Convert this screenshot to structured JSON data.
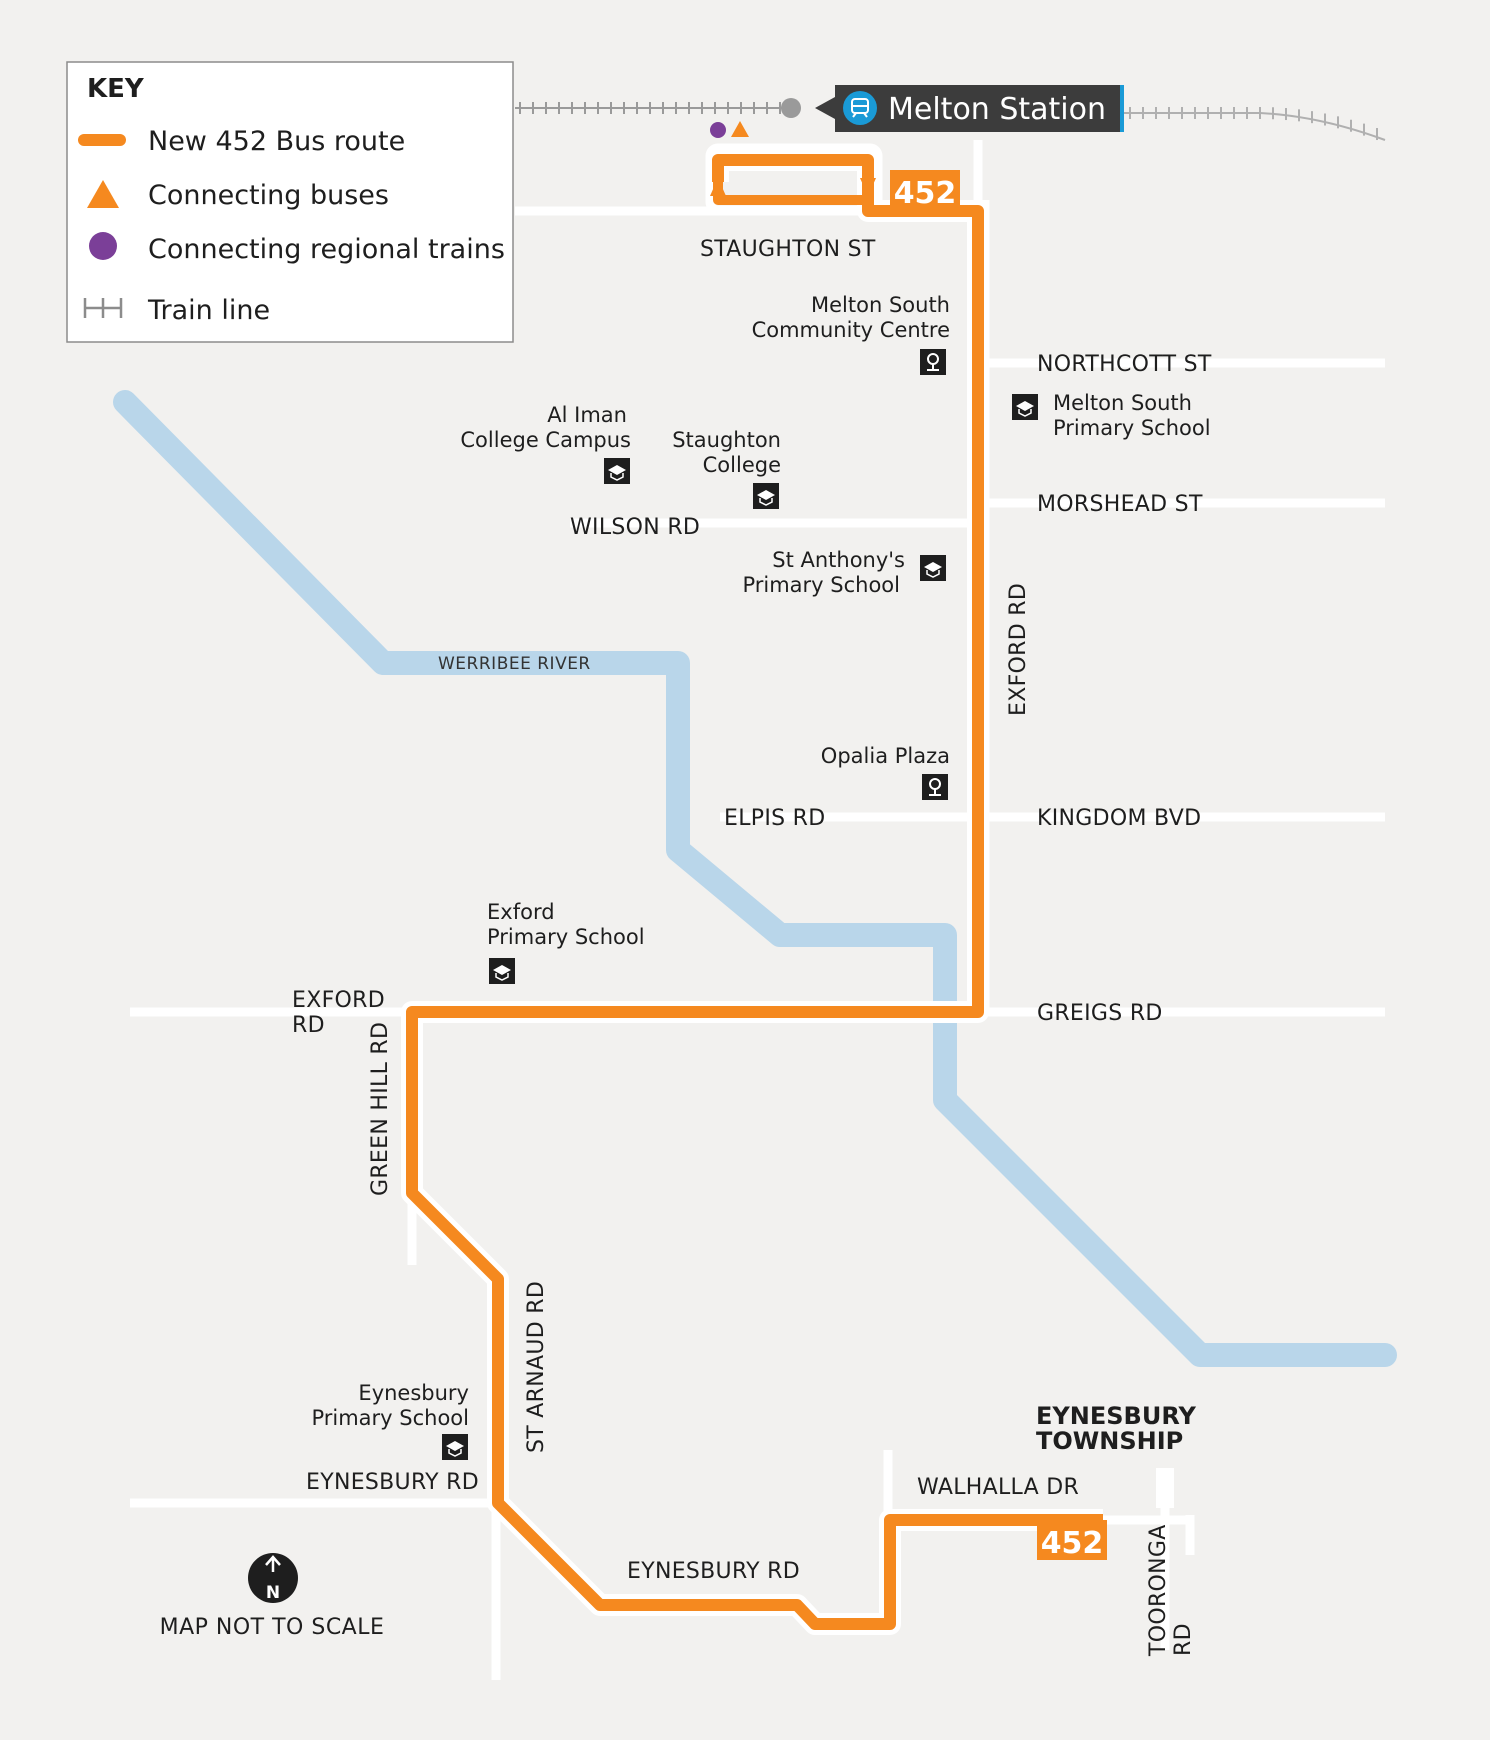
{
  "key": {
    "title": "KEY",
    "items": [
      {
        "label": "New 452 Bus route",
        "symbol": "orange-line"
      },
      {
        "label": "Connecting buses",
        "symbol": "orange-triangle"
      },
      {
        "label": "Connecting regional trains",
        "symbol": "purple-circle"
      },
      {
        "label": "Train line",
        "symbol": "train-line"
      }
    ]
  },
  "station": {
    "name": "Melton Station"
  },
  "route": {
    "number": "452",
    "color": "#f5891f"
  },
  "streets": {
    "staughton": "STAUGHTON ST",
    "northcott": "NORTHCOTT ST",
    "morshead": "MORSHEAD ST",
    "wilson": "WILSON RD",
    "exford_vertical": "EXFORD RD",
    "elpis": "ELPIS RD",
    "kingdom": "KINGDOM BVD",
    "greigs": "GREIGS RD",
    "exford_west_1": "EXFORD",
    "exford_west_2": "RD",
    "green_hill": "GREEN HILL RD",
    "st_arnaud": "ST ARNAUD RD",
    "eynesbury_west": "EYNESBURY RD",
    "eynesbury_south": "EYNESBURY RD",
    "walhalla": "WALHALLA DR",
    "tooronga_1": "TOORONGA",
    "tooronga_2": "RD"
  },
  "river": {
    "name": "WERRIBEE RIVER"
  },
  "places": {
    "melton_cc_1": "Melton South",
    "melton_cc_2": "Community Centre",
    "melton_ps_1": "Melton South",
    "melton_ps_2": "Primary School",
    "al_iman_1": "Al Iman",
    "al_iman_2": "College Campus",
    "staughton_college_1": "Staughton",
    "staughton_college_2": "College",
    "st_anthony_1": "St Anthony's",
    "st_anthony_2": "Primary School",
    "opalia": "Opalia Plaza",
    "exford_ps_1": "Exford",
    "exford_ps_2": "Primary School",
    "eynesbury_ps_1": "Eynesbury",
    "eynesbury_ps_2": "Primary School",
    "township_1": "EYNESBURY",
    "township_2": "TOWNSHIP"
  },
  "north_arrow": {
    "letter": "N"
  },
  "scale_note": "MAP NOT TO SCALE",
  "colors": {
    "route": "#f5891f",
    "river": "#b9d6ea",
    "road": "#ffffff",
    "background": "#f2f1ef",
    "regional_train": "#7b3f98",
    "station_bg": "#3c3c3c",
    "station_accent": "#1a9ad6"
  }
}
